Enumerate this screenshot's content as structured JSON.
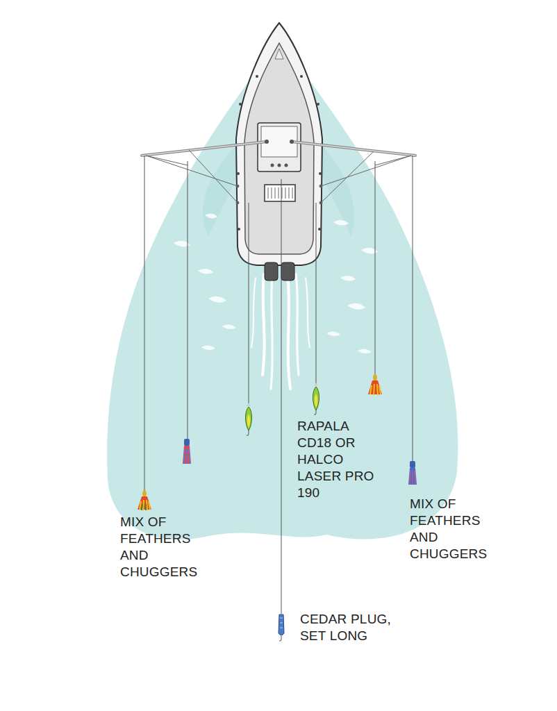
{
  "diagram": {
    "labels": [
      "RAPALA CD18 OR HALCO LASER PRO 190",
      "MIX OF FEATHERS AND CHUGGERS",
      "MIX OF FEATHERS AND CHUGGERS",
      "CEDAR PLUG, SET LONG"
    ]
  }
}
